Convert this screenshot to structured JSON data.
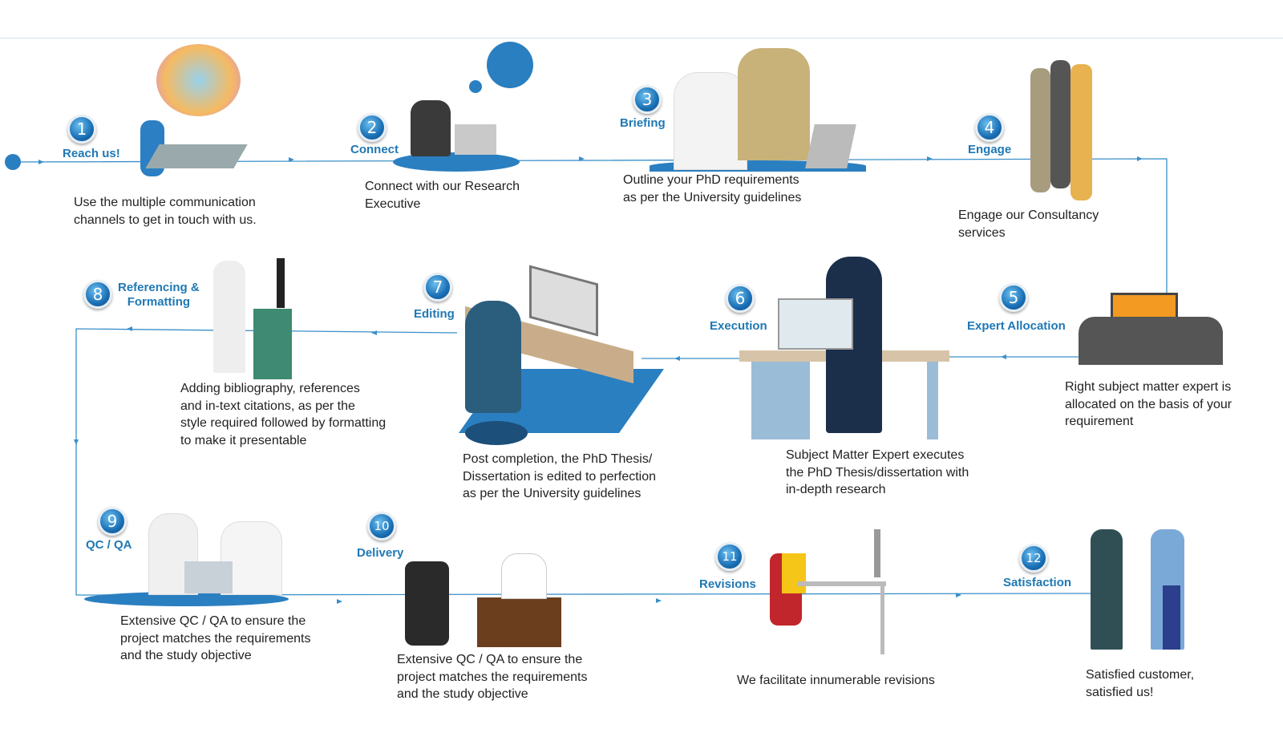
{
  "colors": {
    "accent": "#1f78b4",
    "line": "#3a8fc8"
  },
  "steps": [
    {
      "number": "1",
      "label": "Reach us!",
      "description": "Use the multiple communication\nchannels to get in touch with us."
    },
    {
      "number": "2",
      "label": "Connect",
      "description": "Connect with our Research\nExecutive"
    },
    {
      "number": "3",
      "label": "Briefing",
      "description": "Outline your PhD requirements\nas per the University guidelines"
    },
    {
      "number": "4",
      "label": "Engage",
      "description": "Engage our Consultancy\nservices"
    },
    {
      "number": "5",
      "label": "Expert Allocation",
      "description": "Right subject matter expert is\nallocated on the basis of your\n requirement"
    },
    {
      "number": "6",
      "label": "Execution",
      "description": "Subject Matter Expert executes\n the PhD Thesis/dissertation with\nin-depth research"
    },
    {
      "number": "7",
      "label": "Editing",
      "description": "Post completion, the PhD Thesis/\nDissertation is edited to perfection\nas per the University guidelines"
    },
    {
      "number": "8",
      "label": "Referencing &\nFormatting",
      "description": "Adding bibliography, references\nand in-text citations, as per the\nstyle required followed by formatting\nto make it presentable"
    },
    {
      "number": "9",
      "label": "QC / QA",
      "description": "Extensive QC / QA to ensure the\nproject matches the requirements\nand the study objective"
    },
    {
      "number": "10",
      "label": "Delivery",
      "description": "Extensive QC / QA to ensure the\nproject matches the requirements\nand the study objective"
    },
    {
      "number": "11",
      "label": "Revisions",
      "description": "We facilitate innumerable revisions"
    },
    {
      "number": "12",
      "label": "Satisfaction",
      "description": "Satisfied customer,\nsatisfied us!"
    }
  ]
}
